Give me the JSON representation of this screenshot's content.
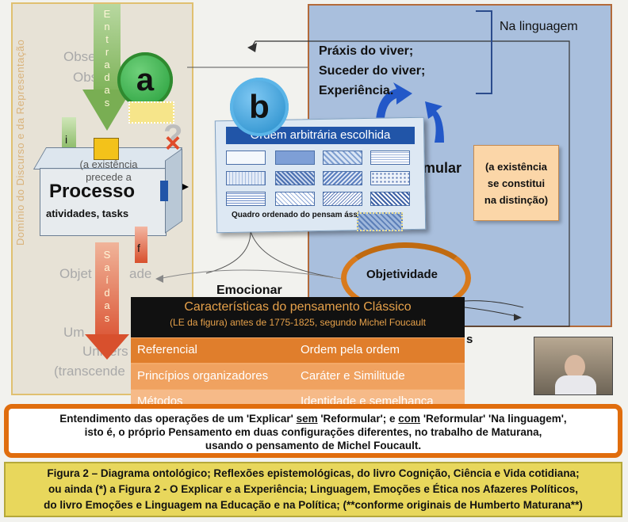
{
  "left_panel": {
    "vertical_label": "Domínio do Discurso e da Representação",
    "obse_line1": "Obse",
    "obse_line2": "Obs",
    "objet_text": "Objet",
    "objet_suffix": "ade",
    "univ_line1": "Um",
    "univ_line2": "Univers",
    "univ_line3": "(transcende"
  },
  "entradas_letters": [
    "E",
    "n",
    "t",
    "r",
    "a",
    "d",
    "a",
    "s"
  ],
  "saidas_letters": [
    "S",
    "a",
    "í",
    "d",
    "a",
    "s"
  ],
  "badge_a": "a",
  "badge_b": "b",
  "label_i": "i",
  "label_f": "f",
  "processo": {
    "title": "Processo",
    "subtitle": "atividades, tasks",
    "existencia_line1": "(a existência",
    "existencia_line2": "precede a"
  },
  "card": {
    "title": "Ordem arbitrária escolhida",
    "caption": "Quadro ordenado do pensam          ássico"
  },
  "right_panel": {
    "na_linguagem": "Na linguagem",
    "praxis": [
      "Práxis do viver;",
      "Suceder do viver;",
      "Experiência."
    ],
    "mular": "mular",
    "note": [
      "(a existência",
      "se constitui",
      "na distinção)"
    ],
    "objetividade": "Objetividade",
    "suffix_s": "s"
  },
  "emocionar": "Emocionar",
  "table": {
    "title": "Características do pensamento Clássico",
    "subtitle": "(LE da figura) antes de 1775-1825, segundo Michel Foucault",
    "rows": [
      {
        "left": "Referencial",
        "right": "Ordem pela ordem"
      },
      {
        "left": "Princípios organizadores",
        "right": "Caráter e Similitude"
      },
      {
        "left": "Métodos",
        "right": "Identidade e semelhança"
      }
    ]
  },
  "orange_box": {
    "l1_a": "Entendimento das operações de um 'Explicar' ",
    "l1_sem": "sem",
    "l1_b": " 'Reformular'; e ",
    "l1_com": "com",
    "l1_c": " 'Reformular' 'Na linguagem',",
    "l2": "isto é, o próprio Pensamento em duas configurações diferentes, no trabalho de Maturana,",
    "l3": "usando o pensamento de Michel Foucault."
  },
  "caption": [
    "Figura 2 – Diagrama ontológico; Reflexões epistemológicas, do livro Cognição, Ciência e Vida cotidiana;",
    "ou ainda (*) a Figura 2 - O Explicar e a Experiência; Linguagem, Emoções e Ética nos Afazeres Políticos,",
    "do livro Emoções e Linguagem na Educação e na Política; (**conforme originais de Humberto Maturana**)"
  ],
  "colors": {
    "accent_orange": "#e06d0d",
    "table_black": "#111111",
    "right_panel": "#a9bfdd",
    "caption_yellow": "#e8d75c"
  }
}
